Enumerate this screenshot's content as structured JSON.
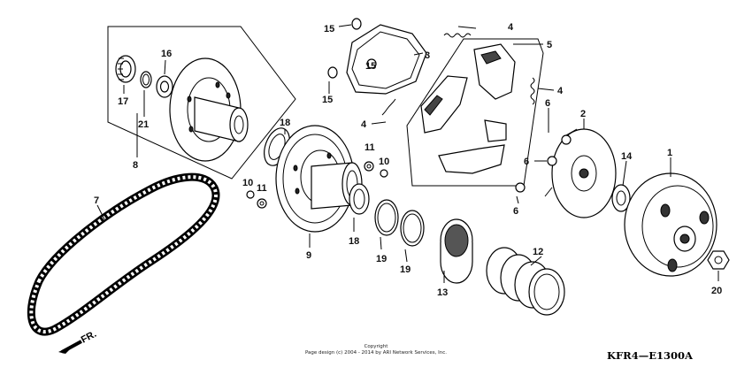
{
  "diagram": {
    "code": "KFR4—E1300A",
    "direction_label": "FR.",
    "copyright_line1": "Copyright",
    "copyright_line2": "Page design (c) 2004 - 2014 by ARI Network Services, Inc.",
    "callouts": [
      {
        "id": "c1",
        "text": "1"
      },
      {
        "id": "c2",
        "text": "2"
      },
      {
        "id": "c3",
        "text": "3"
      },
      {
        "id": "c4a",
        "text": "4"
      },
      {
        "id": "c4b",
        "text": "4"
      },
      {
        "id": "c4c",
        "text": "4"
      },
      {
        "id": "c5",
        "text": "5"
      },
      {
        "id": "c6a",
        "text": "6"
      },
      {
        "id": "c6b",
        "text": "6"
      },
      {
        "id": "c6c",
        "text": "6"
      },
      {
        "id": "c7",
        "text": "7"
      },
      {
        "id": "c8",
        "text": "8"
      },
      {
        "id": "c9",
        "text": "9"
      },
      {
        "id": "c10a",
        "text": "10"
      },
      {
        "id": "c10b",
        "text": "10"
      },
      {
        "id": "c11a",
        "text": "11"
      },
      {
        "id": "c11b",
        "text": "11"
      },
      {
        "id": "c12",
        "text": "12"
      },
      {
        "id": "c13",
        "text": "13"
      },
      {
        "id": "c14",
        "text": "14"
      },
      {
        "id": "c15a",
        "text": "15"
      },
      {
        "id": "c15b",
        "text": "15"
      },
      {
        "id": "c15c",
        "text": "15"
      },
      {
        "id": "c16",
        "text": "16"
      },
      {
        "id": "c17",
        "text": "17"
      },
      {
        "id": "c18a",
        "text": "18"
      },
      {
        "id": "c18b",
        "text": "18"
      },
      {
        "id": "c19a",
        "text": "19"
      },
      {
        "id": "c19b",
        "text": "19"
      },
      {
        "id": "c20",
        "text": "20"
      },
      {
        "id": "c21",
        "text": "21"
      }
    ]
  }
}
